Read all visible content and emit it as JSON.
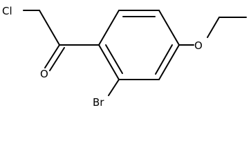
{
  "molecule": {
    "atom_labels": {
      "chlorine": "Cl",
      "oxygen_carbonyl": "O",
      "oxygen_ether": "O",
      "bromine": "Br"
    }
  }
}
